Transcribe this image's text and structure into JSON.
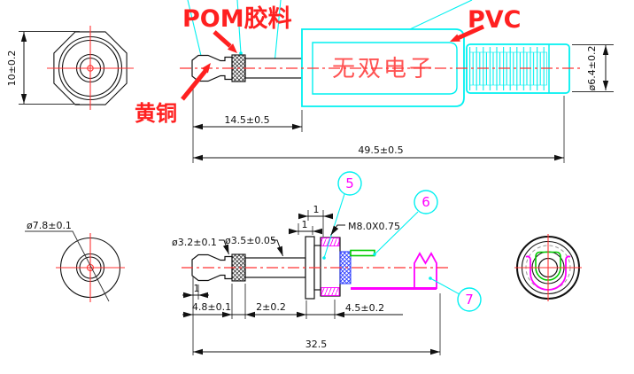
{
  "colors": {
    "outline_cyan": "#00f0f0",
    "label_red": "#ff2020",
    "brand_red": "#ff5252",
    "centerline_red": "#ff3333",
    "housing_magenta": "#ff00ff",
    "contact_green": "#00cc00",
    "insulator_blue": "#2233ff"
  },
  "labels": {
    "pom": "POM胶料",
    "pvc": "PVC",
    "brass": "黄铜",
    "brand": "无双电子"
  },
  "front_view": {
    "dim_height": "10±0.2"
  },
  "side_view": {
    "dim_tip_len": "14.5±0.5",
    "dim_total_len": "49.5±0.5",
    "dim_boot_dia": "ø6.4±0.2"
  },
  "plug_face_view": {
    "dim_dia": "ø7.8±0.1"
  },
  "section_view": {
    "dim_tip_dia": "ø3.2±0.1",
    "dim_shaft_dia": "ø3.5±0.05",
    "thread_spec": "M8.0X0.75",
    "dim_tip_flat": "1",
    "dim_flange_1": "1",
    "dim_flange_2": "1",
    "dim_tip_len": "4.8±0.1",
    "dim_knurl_len": "2±0.2",
    "dim_bushing_len": "4.5±0.2",
    "dim_total": "32.5",
    "balloons": [
      "5",
      "6",
      "7"
    ]
  }
}
